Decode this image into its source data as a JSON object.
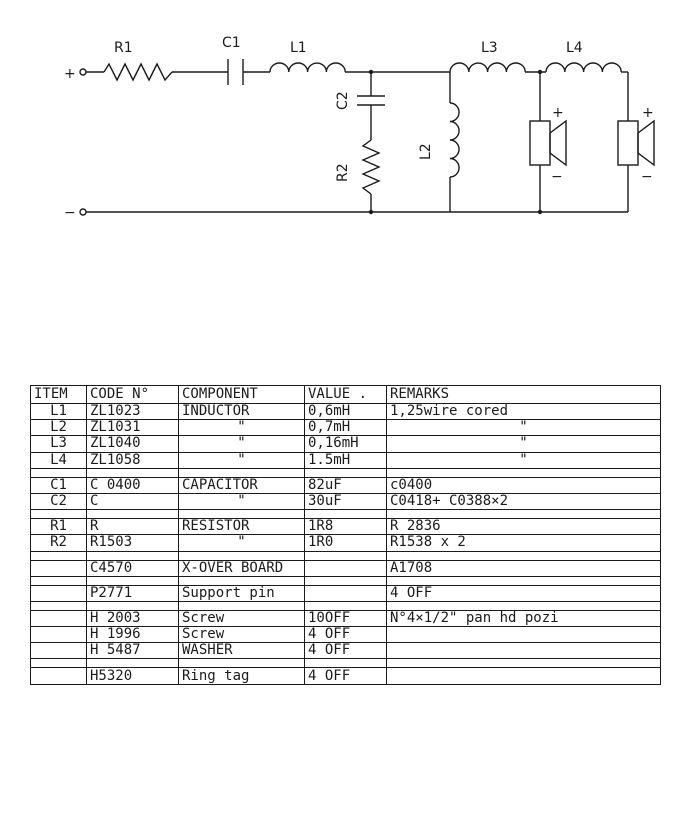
{
  "schematic": {
    "terminals": {
      "plus": "+",
      "minus": "−"
    },
    "labels": {
      "r1": "R1",
      "c1": "C1",
      "l1": "L1",
      "c2": "C2",
      "r2": "R2",
      "l2": "L2",
      "l3": "L3",
      "l4": "L4"
    },
    "speaker_polarity": {
      "plus": "+",
      "minus": "−"
    }
  },
  "table": {
    "headers": [
      "ITEM",
      "CODE N°",
      "COMPONENT",
      "VALUE .",
      "REMARKS"
    ],
    "rows": [
      [
        "L1",
        "ZL1023",
        "INDUCTOR",
        "0,6mH",
        "1,25wire cored"
      ],
      [
        "L2",
        "ZL1031",
        "\"",
        "0,7mH",
        "\""
      ],
      [
        "L3",
        "ZL1040",
        "\"",
        "0,16mH",
        "\""
      ],
      [
        "L4",
        "ZL1058",
        "\"",
        "1.5mH",
        "\""
      ],
      [
        "",
        "",
        "",
        "",
        ""
      ],
      [
        "C1",
        "C 0400",
        "CAPACITOR",
        "82uF",
        "c0400"
      ],
      [
        "C2",
        "C",
        "\"",
        "30uF",
        "C0418+ C0388×2"
      ],
      [
        "",
        "",
        "",
        "",
        ""
      ],
      [
        "R1",
        "R",
        "RESISTOR",
        "1R8",
        "R 2836"
      ],
      [
        "R2",
        "R1503",
        "\"",
        "1R0",
        "R1538 x 2"
      ],
      [
        "",
        "",
        "",
        "",
        ""
      ],
      [
        "",
        "C4570",
        "X-OVER BOARD",
        "",
        "A1708"
      ],
      [
        "",
        "",
        "",
        "",
        ""
      ],
      [
        "",
        "P2771",
        "Support pin",
        "",
        "4 OFF"
      ],
      [
        "",
        "",
        "",
        "",
        ""
      ],
      [
        "",
        "H 2003",
        "Screw",
        "10OFF",
        "N°4×1/2\" pan hd pozi"
      ],
      [
        "",
        "H 1996",
        "Screw",
        "4 OFF",
        ""
      ],
      [
        "",
        "H 5487",
        "WASHER",
        "4 OFF",
        ""
      ],
      [
        "",
        "",
        "",
        "",
        ""
      ],
      [
        "",
        "H5320",
        "Ring tag",
        "4 OFF",
        ""
      ]
    ]
  }
}
